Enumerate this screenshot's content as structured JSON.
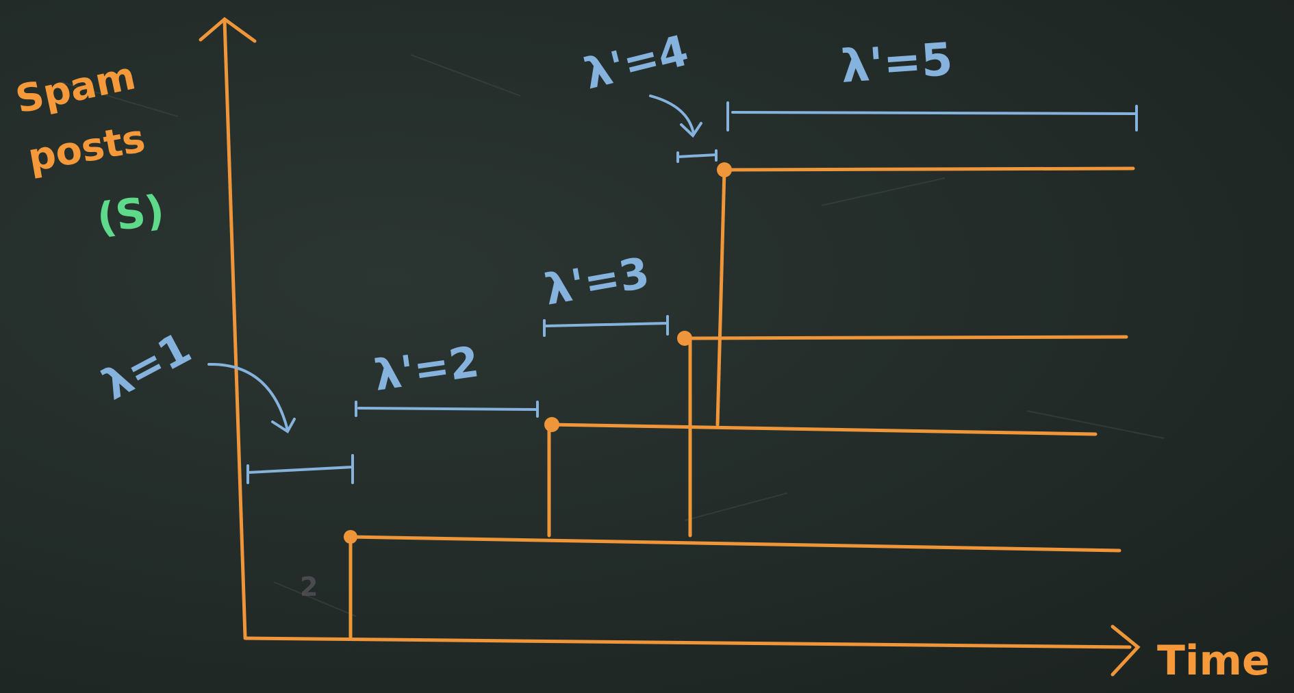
{
  "diagram": {
    "y_axis_label_line1": "Spam",
    "y_axis_label_line2": "posts",
    "y_axis_symbol": "(S)",
    "x_axis_label": "Time",
    "faint_mark": "2",
    "steps": [
      {
        "label": "λ=1"
      },
      {
        "label": "λ'=2"
      },
      {
        "label": "λ'=3"
      },
      {
        "label": "λ'=4"
      },
      {
        "label": "λ'=5"
      }
    ],
    "colors": {
      "orange": "#f0963a",
      "blue": "#86b3dd",
      "green": "#5fd98a",
      "board": "#1f2724"
    }
  }
}
